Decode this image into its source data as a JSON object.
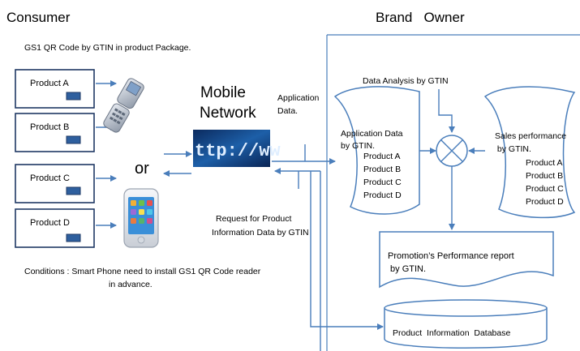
{
  "headers": {
    "consumer": "Consumer",
    "brand_owner": "Brand   Owner"
  },
  "package_note": "GS1 QR Code by GTIN  in product Package.",
  "products": [
    "Product A",
    "Product B",
    "Product C",
    "Product D"
  ],
  "or_label": "or",
  "mobile_network": [
    "Mobile",
    "Network"
  ],
  "network_image_text": "ttp://ww",
  "application_data_label": [
    "Application",
    "Data."
  ],
  "request_label": [
    "Request for Product",
    "Information Data by GTIN"
  ],
  "conditions": [
    "Conditions : Smart Phone need to install  GS1 QR Code reader",
    "in advance."
  ],
  "data_analysis": "Data Analysis by GTIN",
  "app_data_doc": {
    "title": [
      "Application Data",
      "by GTIN."
    ],
    "items": [
      "Product A",
      "Product B",
      "Product C",
      "Product D"
    ]
  },
  "sales_doc": {
    "title": [
      "Sales performance",
      " by GTIN."
    ],
    "items": [
      "Product A",
      "Product B",
      "Product C",
      "Product D"
    ]
  },
  "promotion_report": [
    "Promotion’s Performance report",
    " by GTIN."
  ],
  "database": "Product  Information  Database",
  "colors": {
    "line_blue": "#4a7ebb",
    "box_border": "#1f3864",
    "chip": "#2e5f9e"
  }
}
